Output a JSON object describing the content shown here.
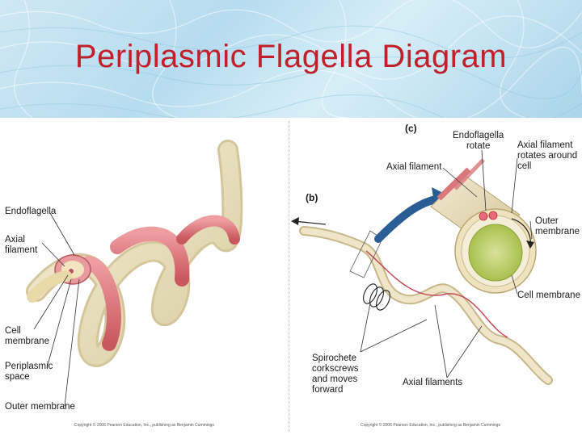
{
  "title": "Periplasmic Flagella Diagram",
  "left_panel": {
    "labels": {
      "endoflagella": "Endoflagella",
      "axial_filament": "Axial\nfilament",
      "cell_membrane": "Cell\nmembrane",
      "periplasmic_space": "Periplasmic\nspace",
      "outer_membrane": "Outer membrane"
    },
    "copyright": "Copyright © 2006 Pearson Education, Inc., publishing as Benjamin Cummings"
  },
  "right_panel": {
    "panel_b_tag": "(b)",
    "panel_c_tag": "(c)",
    "labels": {
      "endoflagella_rotate": "Endoflagella\nrotate",
      "axial_filament": "Axial filament",
      "axial_filament_rotates": "Axial filament\nrotates around\ncell",
      "outer_membrane": "Outer\nmembrane",
      "cell_membrane": "Cell membrane",
      "spirochete": "Spirochete\ncorkscrews\nand moves\nforward",
      "axial_filaments": "Axial filaments"
    },
    "copyright": "Copyright © 2006 Pearson Education, Inc., publishing as Benjamin Cummings"
  },
  "colors": {
    "title": "#c0202a",
    "sheath": "#d9777c",
    "body": "#efe6c6",
    "cytoplasm": "#b9cf63",
    "arrow": "#2a5d95"
  }
}
